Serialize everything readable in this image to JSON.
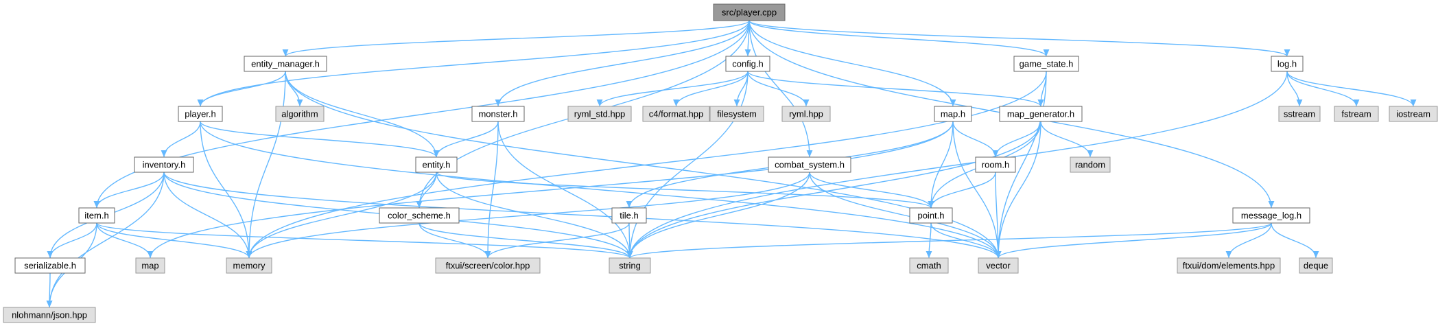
{
  "diagram": {
    "nodes": [
      {
        "id": "player_cpp",
        "label": "src/player.cpp",
        "kind": "root"
      },
      {
        "id": "entity_manager_h",
        "label": "entity_manager.h",
        "kind": "local"
      },
      {
        "id": "config_h",
        "label": "config.h",
        "kind": "local"
      },
      {
        "id": "game_state_h",
        "label": "game_state.h",
        "kind": "local"
      },
      {
        "id": "log_h",
        "label": "log.h",
        "kind": "local"
      },
      {
        "id": "player_h",
        "label": "player.h",
        "kind": "local"
      },
      {
        "id": "algorithm",
        "label": "algorithm",
        "kind": "system"
      },
      {
        "id": "monster_h",
        "label": "monster.h",
        "kind": "local"
      },
      {
        "id": "ryml_std_hpp",
        "label": "ryml_std.hpp",
        "kind": "system"
      },
      {
        "id": "c4_format_hpp",
        "label": "c4/format.hpp",
        "kind": "system"
      },
      {
        "id": "filesystem",
        "label": "filesystem",
        "kind": "system"
      },
      {
        "id": "ryml_hpp",
        "label": "ryml.hpp",
        "kind": "system"
      },
      {
        "id": "map_h",
        "label": "map.h",
        "kind": "local"
      },
      {
        "id": "map_generator_h",
        "label": "map_generator.h",
        "kind": "local"
      },
      {
        "id": "sstream",
        "label": "sstream",
        "kind": "system"
      },
      {
        "id": "fstream",
        "label": "fstream",
        "kind": "system"
      },
      {
        "id": "iostream",
        "label": "iostream",
        "kind": "system"
      },
      {
        "id": "inventory_h",
        "label": "inventory.h",
        "kind": "local"
      },
      {
        "id": "entity_h",
        "label": "entity.h",
        "kind": "local"
      },
      {
        "id": "combat_system_h",
        "label": "combat_system.h",
        "kind": "local"
      },
      {
        "id": "room_h",
        "label": "room.h",
        "kind": "local"
      },
      {
        "id": "random",
        "label": "random",
        "kind": "system"
      },
      {
        "id": "item_h",
        "label": "item.h",
        "kind": "local"
      },
      {
        "id": "color_scheme_h",
        "label": "color_scheme.h",
        "kind": "local"
      },
      {
        "id": "tile_h",
        "label": "tile.h",
        "kind": "local"
      },
      {
        "id": "point_h",
        "label": "point.h",
        "kind": "local"
      },
      {
        "id": "message_log_h",
        "label": "message_log.h",
        "kind": "local"
      },
      {
        "id": "serializable_h",
        "label": "serializable.h",
        "kind": "local"
      },
      {
        "id": "map",
        "label": "map",
        "kind": "system"
      },
      {
        "id": "memory",
        "label": "memory",
        "kind": "system"
      },
      {
        "id": "ftxui_screen_color_hpp",
        "label": "ftxui/screen/color.hpp",
        "kind": "system"
      },
      {
        "id": "string",
        "label": "string",
        "kind": "system"
      },
      {
        "id": "cmath",
        "label": "cmath",
        "kind": "system"
      },
      {
        "id": "vector",
        "label": "vector",
        "kind": "system"
      },
      {
        "id": "ftxui_dom_elements_hpp",
        "label": "ftxui/dom/elements.hpp",
        "kind": "system"
      },
      {
        "id": "deque",
        "label": "deque",
        "kind": "system"
      },
      {
        "id": "nlohmann_json_hpp",
        "label": "nlohmann/json.hpp",
        "kind": "system"
      }
    ],
    "edges": [
      [
        "player_cpp",
        "entity_manager_h"
      ],
      [
        "player_cpp",
        "config_h"
      ],
      [
        "player_cpp",
        "game_state_h"
      ],
      [
        "player_cpp",
        "log_h"
      ],
      [
        "player_cpp",
        "player_h"
      ],
      [
        "player_cpp",
        "monster_h"
      ],
      [
        "player_cpp",
        "map_h"
      ],
      [
        "player_cpp",
        "item_h"
      ],
      [
        "player_cpp",
        "color_scheme_h"
      ],
      [
        "player_cpp",
        "combat_system_h"
      ],
      [
        "player_cpp",
        "message_log_h"
      ],
      [
        "entity_manager_h",
        "player_h"
      ],
      [
        "entity_manager_h",
        "algorithm"
      ],
      [
        "entity_manager_h",
        "entity_h"
      ],
      [
        "entity_manager_h",
        "memory"
      ],
      [
        "entity_manager_h",
        "vector"
      ],
      [
        "config_h",
        "ryml_std_hpp"
      ],
      [
        "config_h",
        "c4_format_hpp"
      ],
      [
        "config_h",
        "filesystem"
      ],
      [
        "config_h",
        "ryml_hpp"
      ],
      [
        "config_h",
        "map_generator_h"
      ],
      [
        "config_h",
        "string"
      ],
      [
        "game_state_h",
        "map_generator_h"
      ],
      [
        "game_state_h",
        "memory"
      ],
      [
        "game_state_h",
        "vector"
      ],
      [
        "log_h",
        "sstream"
      ],
      [
        "log_h",
        "fstream"
      ],
      [
        "log_h",
        "iostream"
      ],
      [
        "log_h",
        "string"
      ],
      [
        "player_h",
        "inventory_h"
      ],
      [
        "player_h",
        "entity_h"
      ],
      [
        "player_h",
        "memory"
      ],
      [
        "player_h",
        "vector"
      ],
      [
        "monster_h",
        "entity_h"
      ],
      [
        "monster_h",
        "string"
      ],
      [
        "monster_h",
        "ftxui_screen_color_hpp"
      ],
      [
        "map_h",
        "room_h"
      ],
      [
        "map_h",
        "point_h"
      ],
      [
        "map_h",
        "tile_h"
      ],
      [
        "map_h",
        "vector"
      ],
      [
        "map_h",
        "map"
      ],
      [
        "map_generator_h",
        "room_h"
      ],
      [
        "map_generator_h",
        "random"
      ],
      [
        "map_generator_h",
        "point_h"
      ],
      [
        "map_generator_h",
        "vector"
      ],
      [
        "map_generator_h",
        "string"
      ],
      [
        "inventory_h",
        "item_h"
      ],
      [
        "inventory_h",
        "serializable_h"
      ],
      [
        "inventory_h",
        "memory"
      ],
      [
        "inventory_h",
        "vector"
      ],
      [
        "inventory_h",
        "string"
      ],
      [
        "inventory_h",
        "nlohmann_json_hpp"
      ],
      [
        "entity_h",
        "color_scheme_h"
      ],
      [
        "entity_h",
        "point_h"
      ],
      [
        "entity_h",
        "memory"
      ],
      [
        "entity_h",
        "string"
      ],
      [
        "combat_system_h",
        "point_h"
      ],
      [
        "combat_system_h",
        "string"
      ],
      [
        "combat_system_h",
        "vector"
      ],
      [
        "combat_system_h",
        "memory"
      ],
      [
        "room_h",
        "point_h"
      ],
      [
        "room_h",
        "vector"
      ],
      [
        "item_h",
        "serializable_h"
      ],
      [
        "item_h",
        "map"
      ],
      [
        "item_h",
        "memory"
      ],
      [
        "item_h",
        "string"
      ],
      [
        "item_h",
        "nlohmann_json_hpp"
      ],
      [
        "color_scheme_h",
        "ftxui_screen_color_hpp"
      ],
      [
        "color_scheme_h",
        "string"
      ],
      [
        "tile_h",
        "ftxui_screen_color_hpp"
      ],
      [
        "tile_h",
        "string"
      ],
      [
        "point_h",
        "cmath"
      ],
      [
        "point_h",
        "vector"
      ],
      [
        "message_log_h",
        "ftxui_dom_elements_hpp"
      ],
      [
        "message_log_h",
        "deque"
      ],
      [
        "message_log_h",
        "string"
      ],
      [
        "message_log_h",
        "vector"
      ],
      [
        "serializable_h",
        "nlohmann_json_hpp"
      ]
    ]
  },
  "colors": {
    "edge": "#63b8ff",
    "root_fill": "#999999",
    "system_fill": "#e0e0e0",
    "local_fill": "#ffffff"
  }
}
